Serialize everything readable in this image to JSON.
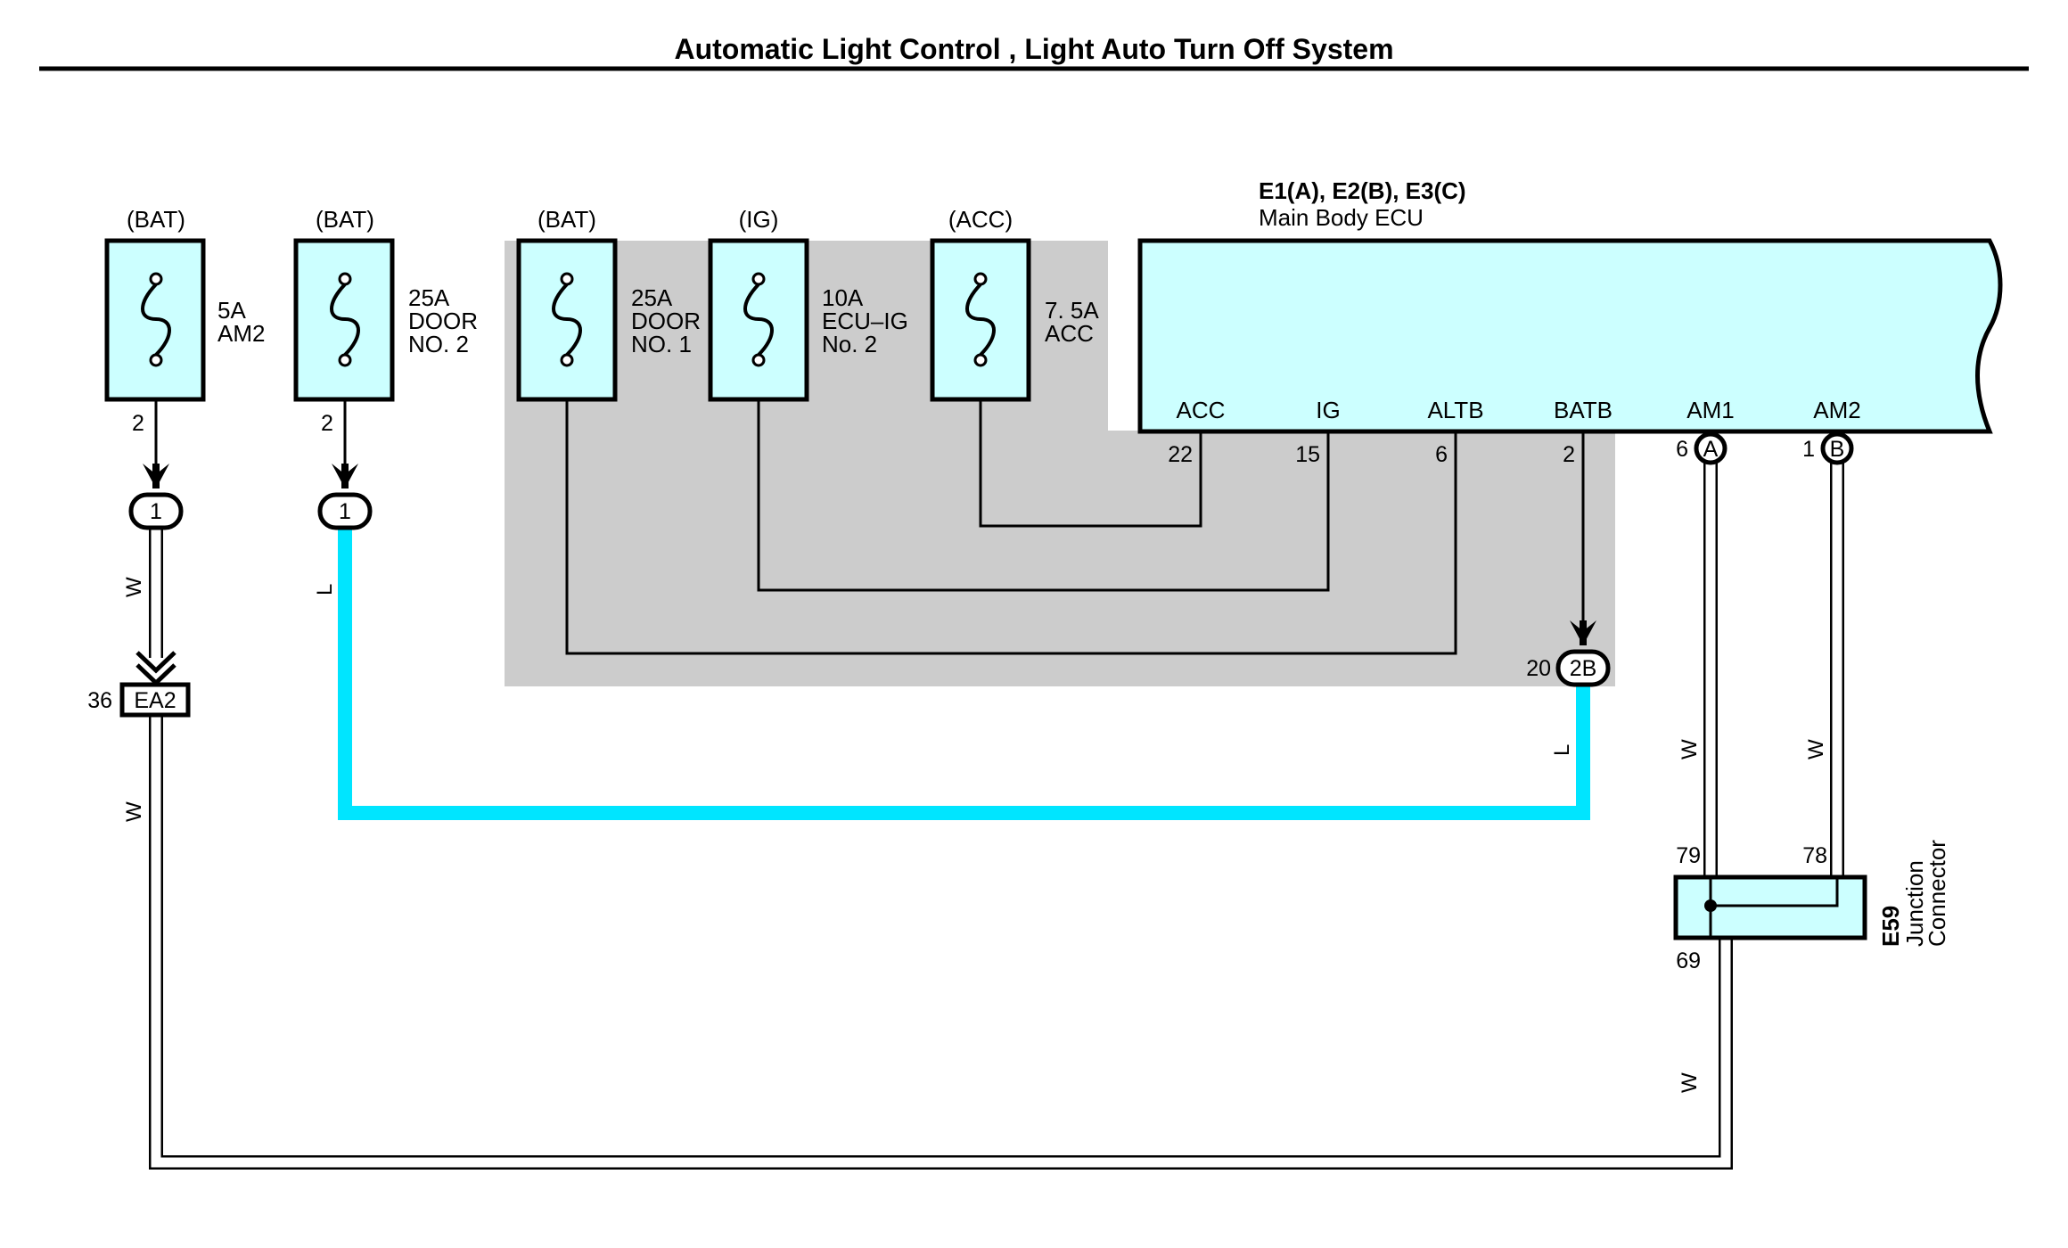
{
  "title": "Automatic Light Control , Light Auto Turn Off System",
  "colors": {
    "component_fill": "#ccffff",
    "shaded_area": "#cccccc",
    "wire_L": "#00e5ff",
    "wire_W": "#ffffff"
  },
  "fuses": [
    {
      "source": "(BAT)",
      "rating": "5A",
      "name1": "AM2",
      "name2": "",
      "pin": "2",
      "connector": "1"
    },
    {
      "source": "(BAT)",
      "rating": "25A",
      "name1": "DOOR",
      "name2": "NO. 2",
      "pin": "2",
      "connector": "1"
    },
    {
      "source": "(BAT)",
      "rating": "25A",
      "name1": "DOOR",
      "name2": "NO. 1"
    },
    {
      "source": "(IG)",
      "rating": "10A",
      "name1": "ECU–IG",
      "name2": "No. 2"
    },
    {
      "source": "(ACC)",
      "rating": "7. 5A",
      "name1": "ACC",
      "name2": ""
    }
  ],
  "ecu": {
    "codes": "E1(A), E2(B), E3(C)",
    "name": "Main Body ECU",
    "terminals": [
      {
        "name": "ACC",
        "pin": "22"
      },
      {
        "name": "IG",
        "pin": "15"
      },
      {
        "name": "ALTB",
        "pin": "6"
      },
      {
        "name": "BATB",
        "pin": "2"
      },
      {
        "name": "AM1",
        "pin": "6",
        "connector": "A"
      },
      {
        "name": "AM2",
        "pin": "1",
        "connector": "B"
      }
    ]
  },
  "connector_2B": {
    "pin": "20",
    "label": "2B"
  },
  "connector_EA2": {
    "pin": "36",
    "label": "EA2"
  },
  "junction": {
    "code": "E59",
    "line1": "Junction",
    "line2": "Connector",
    "pins": [
      "79",
      "78",
      "69"
    ]
  },
  "wire_labels": {
    "white": "W",
    "blue": "L"
  }
}
